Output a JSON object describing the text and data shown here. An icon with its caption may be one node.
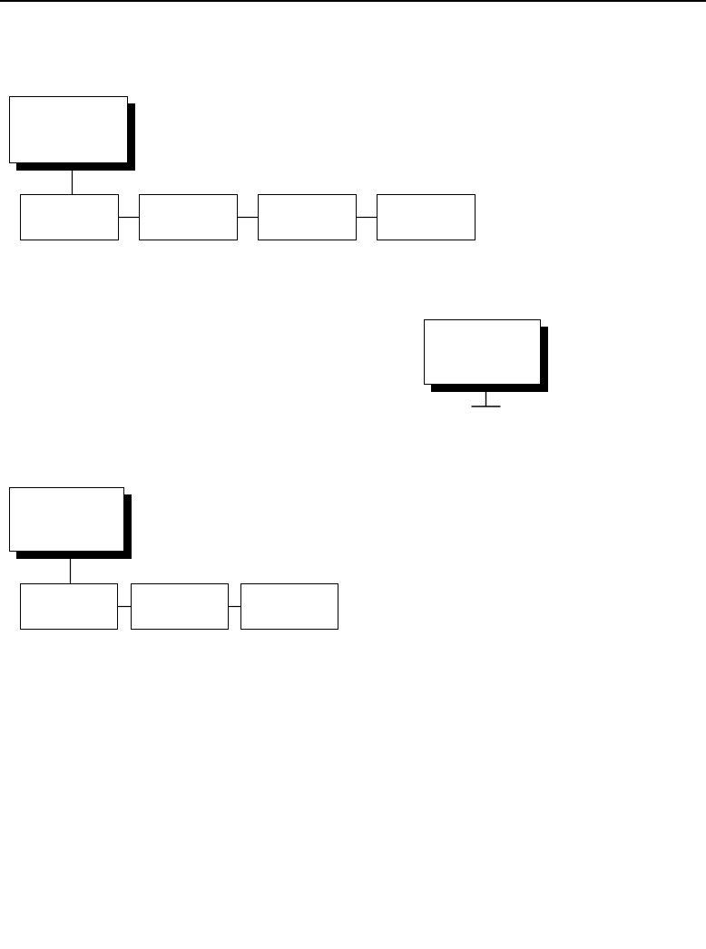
{
  "diagram": {
    "nodes": [
      {
        "text": [],
        "shape": "box"
      },
      {
        "text": [],
        "shape": "box"
      },
      {
        "text": [],
        "shape": "box"
      },
      {
        "text": [],
        "shape": "box"
      },
      {
        "text": [],
        "shape": "box"
      },
      {
        "text": [],
        "shape": "box"
      },
      {
        "text": [],
        "shape": "box"
      },
      {
        "text": [],
        "shape": "box"
      },
      {
        "text": [],
        "shape": "box"
      },
      {
        "text": [],
        "shape": "box"
      }
    ],
    "edges": [
      {
        "from": 0,
        "to": 1,
        "arrow": "none"
      },
      {
        "from": 1,
        "to": 2,
        "arrow": "none"
      },
      {
        "from": 2,
        "to": 3,
        "arrow": "none"
      },
      {
        "from": 3,
        "to": 4,
        "arrow": "none"
      },
      {
        "from": 5,
        "to": null,
        "arrow": "other"
      },
      {
        "from": 6,
        "to": 7,
        "arrow": "none"
      },
      {
        "from": 7,
        "to": 8,
        "arrow": "none"
      },
      {
        "from": 8,
        "to": 9,
        "arrow": "none"
      }
    ]
  }
}
